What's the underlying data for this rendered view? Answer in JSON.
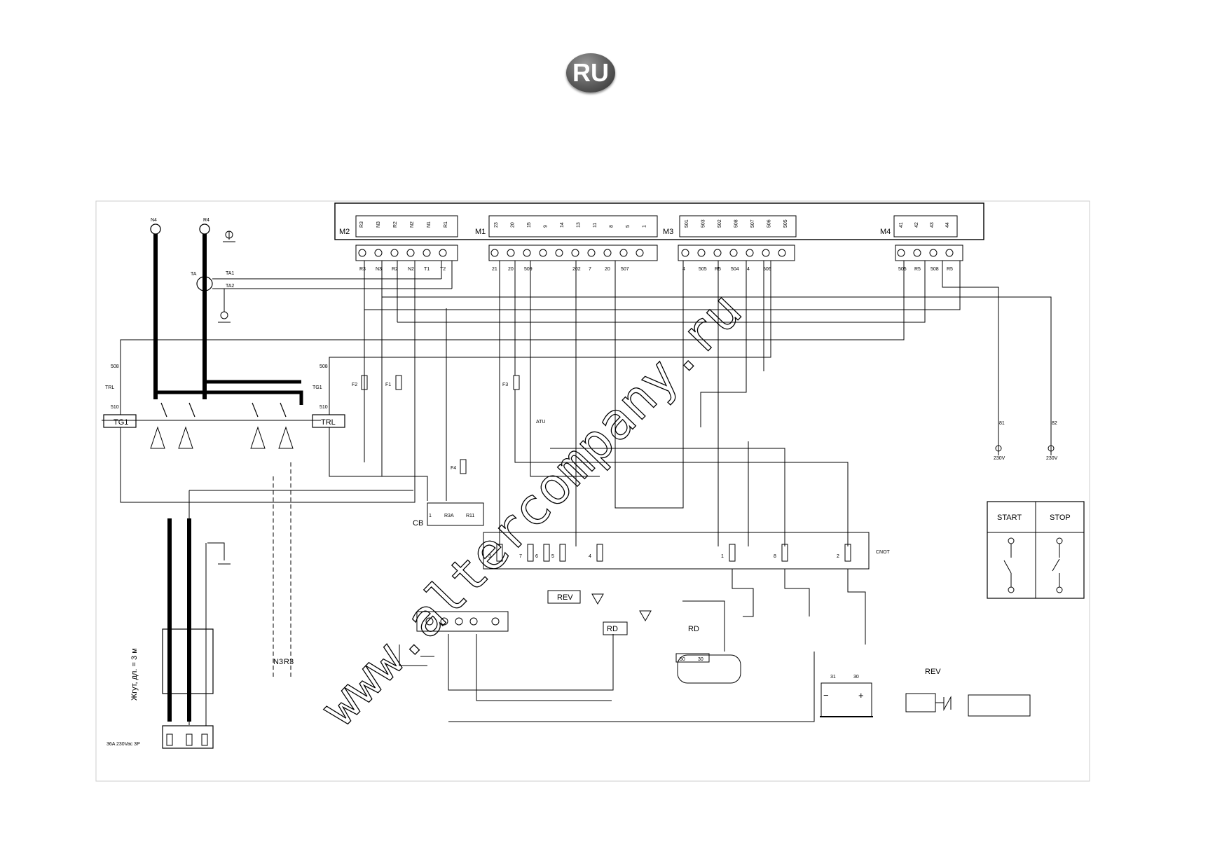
{
  "badge": {
    "text": "RU",
    "color": "#555555"
  },
  "watermark": "www.altercompany.ru",
  "blocks": {
    "m2": {
      "name": "M2",
      "pins": [
        "R3",
        "N3",
        "R2",
        "N2",
        "N1",
        "R1"
      ]
    },
    "m1": {
      "name": "M1",
      "pins": [
        "23",
        "20",
        "15",
        "9",
        "14",
        "13",
        "11",
        "8",
        "5",
        "1"
      ]
    },
    "m3": {
      "name": "M3",
      "pins": [
        "501",
        "503",
        "502",
        "508",
        "507",
        "506",
        "505"
      ]
    },
    "m4": {
      "name": "M4",
      "pins": [
        "41",
        "42",
        "43",
        "44"
      ]
    }
  },
  "terminals_top": {
    "left": [
      "R3",
      "N3",
      "R2",
      "N2",
      "T1",
      "T2"
    ],
    "mid": [
      "21",
      "20",
      "509",
      "",
      "",
      "202",
      "7",
      "20",
      "507",
      ""
    ],
    "right": [
      "4",
      "505",
      "R5",
      "504",
      "4",
      "506",
      ""
    ],
    "far": [
      "505",
      "R5",
      "508",
      "R5"
    ]
  },
  "labels": {
    "n4": "N4",
    "r4": "R4",
    "ta": "TA",
    "ta1": "TA1",
    "ta2": "TA2",
    "trl_cap": "TRL",
    "tg1_cap": "TG1",
    "tg1_box": "TG1",
    "trl_box": "TRL",
    "tr508": "508",
    "tr510": "510",
    "tg508": "508",
    "tg510": "510",
    "f1": "F1",
    "f2": "F2",
    "f3": "F3",
    "f4": "F4",
    "atu": "ATU",
    "cb": "CB",
    "cb_pins": [
      "1",
      "R3A",
      "R11"
    ],
    "cnot": "CNOT",
    "cnot_pins": [
      "3",
      "7",
      "6",
      "5",
      "4",
      "1",
      "8",
      "2"
    ],
    "rev": "REV",
    "rd": "RD",
    "rd2": "RD",
    "rev2": "REV",
    "s50": "50",
    "s30": "30",
    "n3": "N3",
    "r3": "R3",
    "cable_note": "Жгут, дл. = 3 м",
    "plug_note": "36A 230Vac 3P",
    "v230": "230V",
    "v230b": "230V",
    "s81": "81",
    "s82": "82",
    "s31": "31",
    "s30b": "30"
  },
  "legend": {
    "start": "START",
    "stop": "STOP"
  }
}
